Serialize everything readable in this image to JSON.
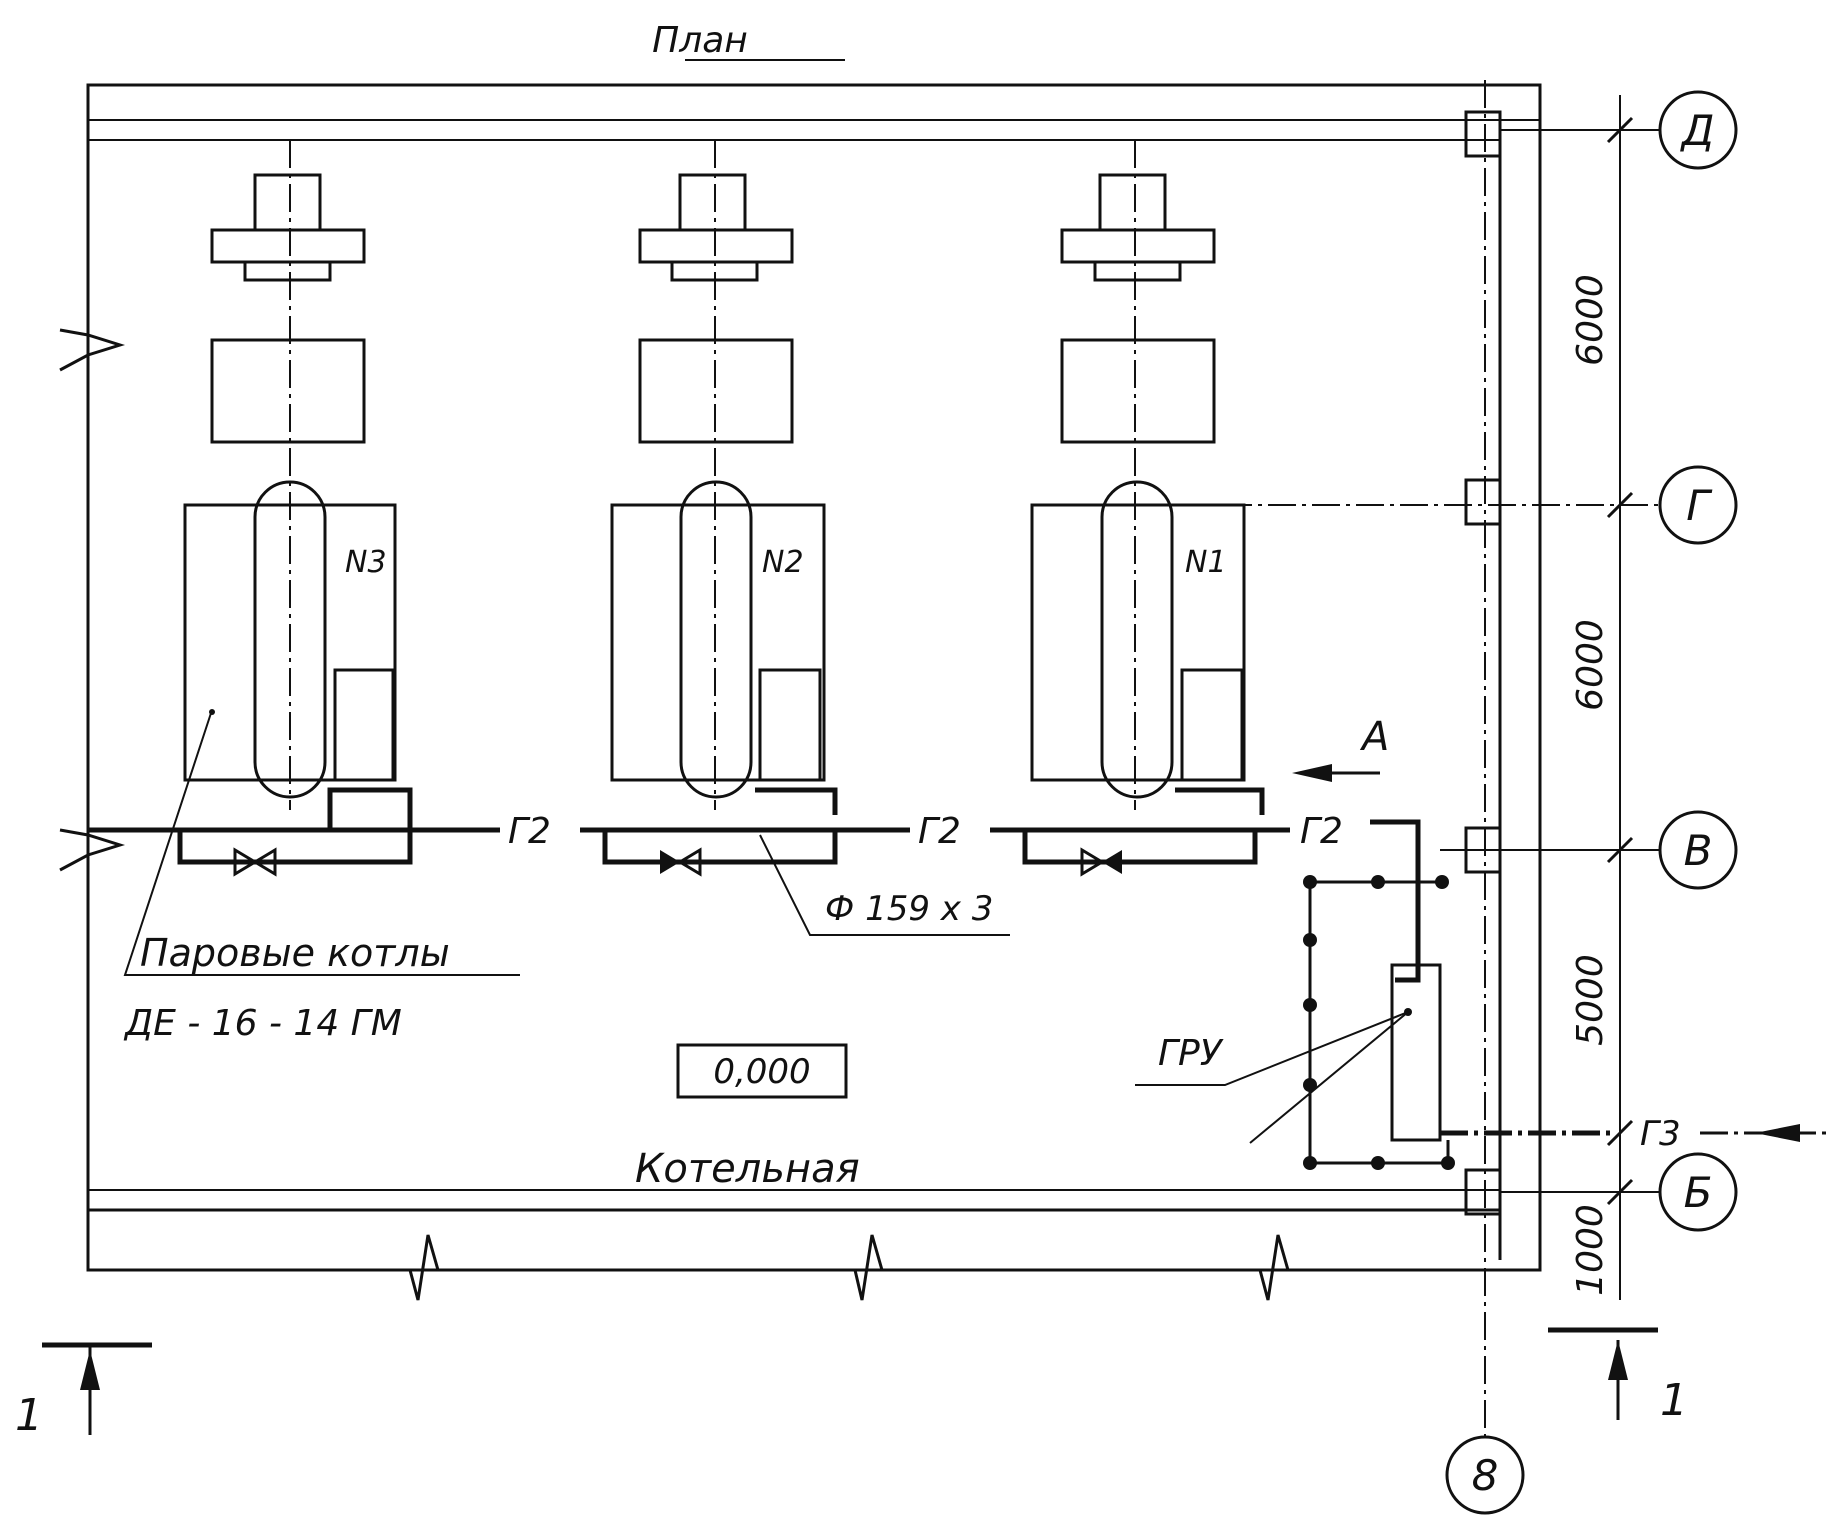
{
  "title": "План",
  "room_name": "Котельная",
  "floor_level": "0,000",
  "boilers": [
    {
      "label": "N3"
    },
    {
      "label": "N2"
    },
    {
      "label": "N1"
    }
  ],
  "pipe_label": "Г2",
  "pipe_size": "Ф 159 х 3",
  "boiler_caption_line1": "Паровые котлы",
  "boiler_caption_line2": "ДЕ - 16 - 14 ГМ",
  "gru_label": "ГРУ",
  "gas_inlet_label": "Г3",
  "view_label": "А",
  "section_mark": "1",
  "axes_rows": [
    "Д",
    "Г",
    "В",
    "Б"
  ],
  "axis_column": "8",
  "dimensions": [
    "6000",
    "6000",
    "5000",
    "1000"
  ],
  "colors": {
    "ink": "#111111",
    "paper": "#ffffff"
  }
}
